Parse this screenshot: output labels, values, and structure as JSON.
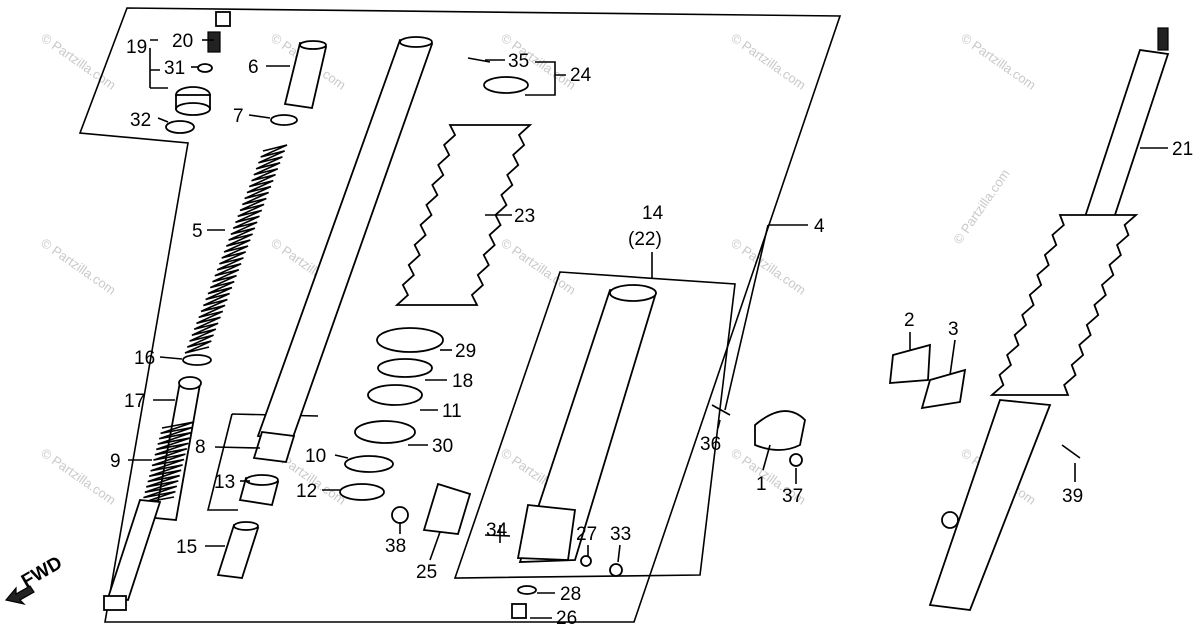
{
  "watermark": "© Partzilla.com",
  "fwd_label": "FWD",
  "labels": {
    "p1": "1",
    "p2": "2",
    "p3": "3",
    "p4": "4",
    "p5": "5",
    "p6": "6",
    "p7": "7",
    "p8": "8",
    "p9": "9",
    "p10": "10",
    "p11": "11",
    "p12": "12",
    "p13": "13",
    "p14": "14",
    "p14b": "(22)",
    "p15": "15",
    "p16": "16",
    "p17": "17",
    "p18": "18",
    "p19": "19",
    "p20": "20",
    "p21": "21",
    "p23": "23",
    "p24": "24",
    "p25": "25",
    "p26": "26",
    "p27": "27",
    "p28": "28",
    "p29": "29",
    "p30": "30",
    "p31": "31",
    "p32": "32",
    "p33": "33",
    "p34": "34",
    "p35": "35",
    "p36": "36",
    "p37": "37",
    "p38": "38",
    "p39": "39"
  }
}
